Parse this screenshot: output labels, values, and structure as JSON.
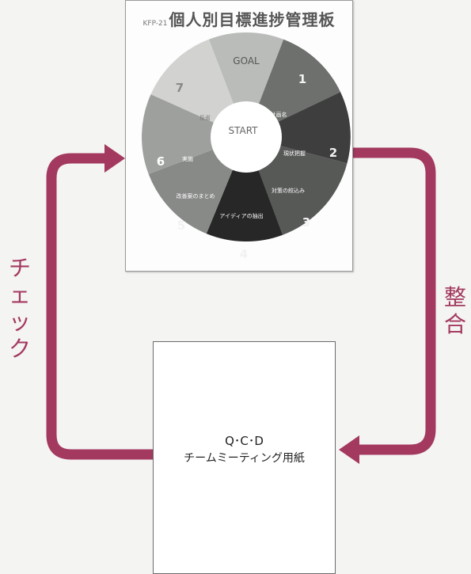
{
  "board": {
    "code": "KFP-21",
    "title": "個人別目標進捗管理板",
    "goal": "GOAL",
    "start": "START",
    "numbers": [
      "1",
      "2",
      "3",
      "4",
      "5",
      "6",
      "7"
    ],
    "items": [
      "計画名",
      "現状把握",
      "対策の絞込み",
      "アイディアの抽出",
      "改善案のまとめ",
      "実施",
      "反省"
    ]
  },
  "paper": {
    "line1": "Q･C･D",
    "line2": "チームミーティング用紙"
  },
  "labels": {
    "check": "チェック",
    "align": "整合"
  },
  "colors": {
    "arrow": "#a3395f"
  }
}
